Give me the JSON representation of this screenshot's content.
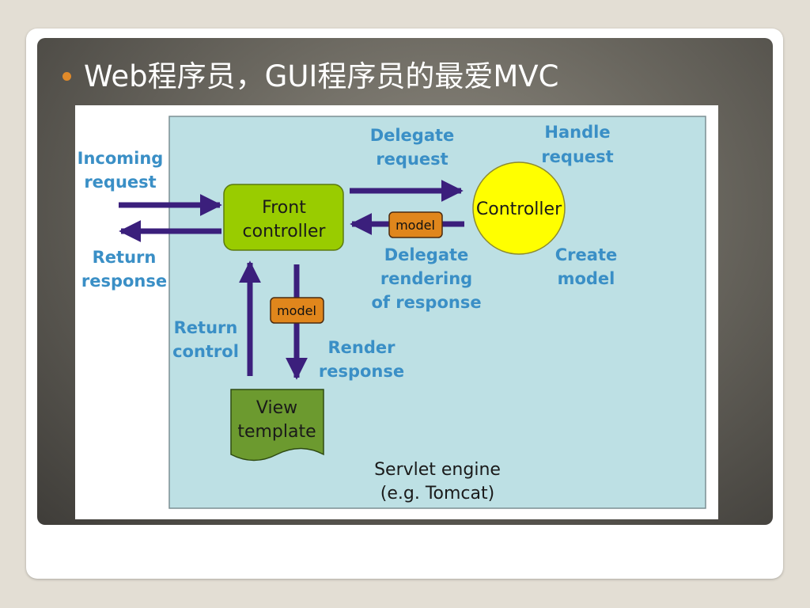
{
  "slide": {
    "title": "Web程序员，GUI程序员的最爱MVC"
  },
  "diagram": {
    "incoming_request": [
      "Incoming",
      "request"
    ],
    "return_response": [
      "Return",
      "response"
    ],
    "delegate_request": [
      "Delegate",
      "request"
    ],
    "handle_request": [
      "Handle",
      "request"
    ],
    "front_controller": [
      "Front",
      "controller"
    ],
    "controller": "Controller",
    "model_label": "model",
    "delegate_rendering": [
      "Delegate",
      "rendering",
      "of response"
    ],
    "create_model": [
      "Create",
      "model"
    ],
    "return_control": [
      "Return",
      "control"
    ],
    "render_response": [
      "Render",
      "response"
    ],
    "view_template": [
      "View",
      "template"
    ],
    "servlet_engine": [
      "Servlet engine",
      "(e.g. Tomcat)"
    ]
  },
  "colors": {
    "accent_bullet": "#e08a2a",
    "container_fill": "#bde0e4",
    "front_controller_fill": "#99cc00",
    "controller_fill": "#ffff00",
    "model_fill": "#e0861c",
    "view_template_fill": "#6c9a2f",
    "arrow": "#3b1f7c",
    "label_blue": "#3a8fc6"
  }
}
